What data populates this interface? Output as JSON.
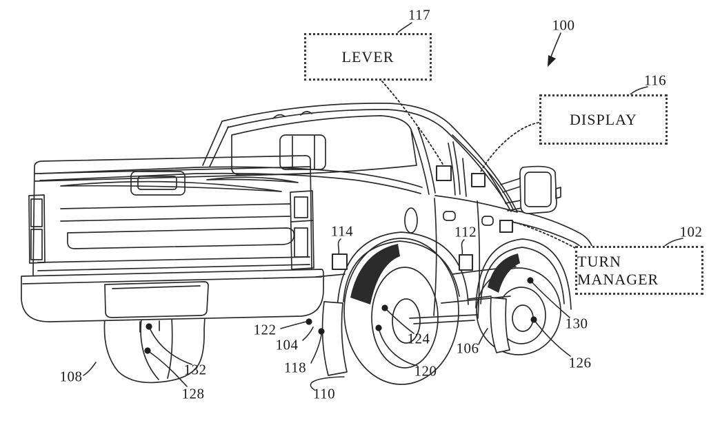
{
  "figure": {
    "background": "#ffffff",
    "line_color": "#2b2b2b",
    "subject": "pickup truck rear three-quarter patent line drawing"
  },
  "boxes": {
    "lever": {
      "label": "LEVER"
    },
    "display": {
      "label": "DISPLAY"
    },
    "turn_manager": {
      "label": "TURN MANAGER"
    }
  },
  "refs": {
    "n100": {
      "text": "100"
    },
    "n102": {
      "text": "102"
    },
    "n104": {
      "text": "104"
    },
    "n106": {
      "text": "106"
    },
    "n108": {
      "text": "108"
    },
    "n110": {
      "text": "110"
    },
    "n112": {
      "text": "112"
    },
    "n114": {
      "text": "114"
    },
    "n116": {
      "text": "116"
    },
    "n117": {
      "text": "117"
    },
    "n118": {
      "text": "118"
    },
    "n120": {
      "text": "120"
    },
    "n122": {
      "text": "122"
    },
    "n124": {
      "text": "124"
    },
    "n126": {
      "text": "126"
    },
    "n128": {
      "text": "128"
    },
    "n130": {
      "text": "130"
    },
    "n132": {
      "text": "132"
    }
  }
}
